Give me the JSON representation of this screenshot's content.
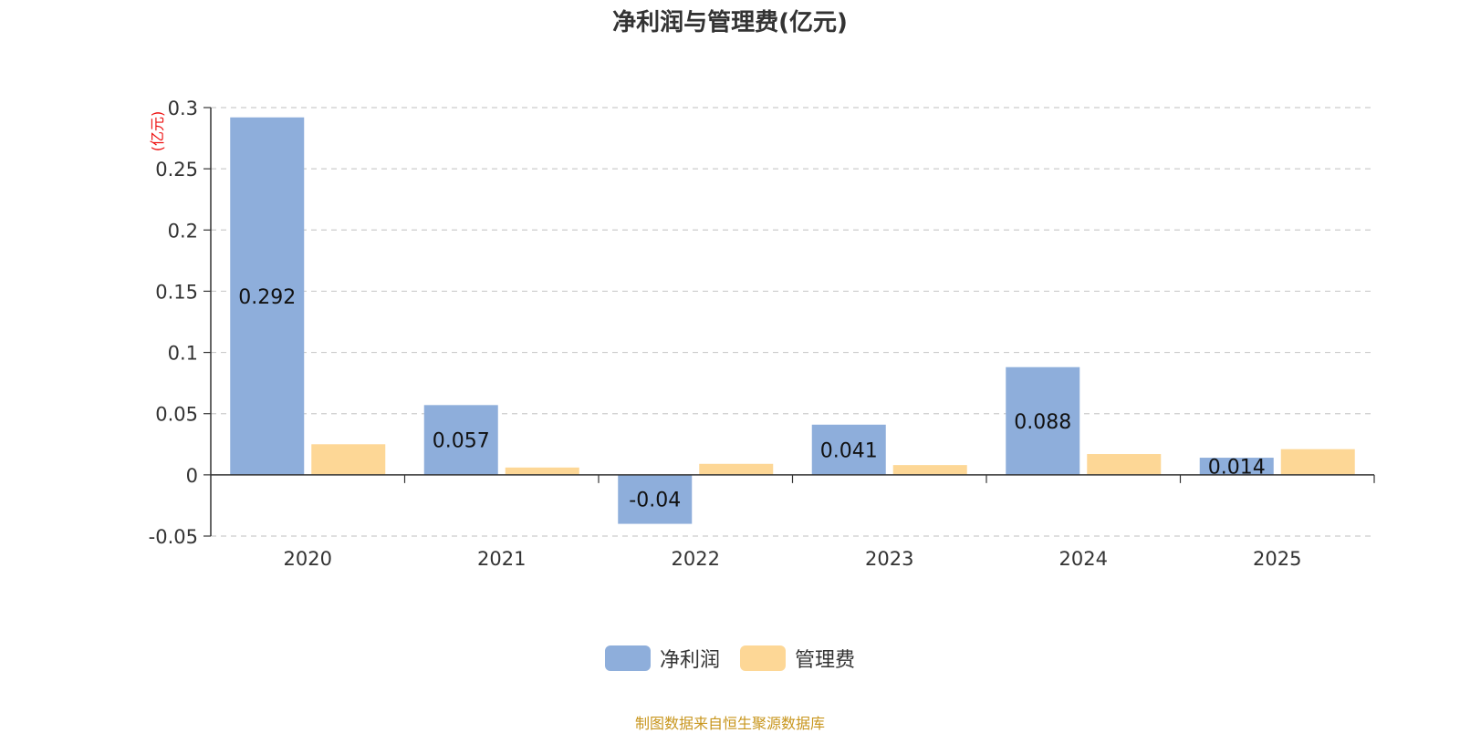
{
  "chart_data": {
    "type": "bar",
    "title": "净利润与管理费(亿元)",
    "ylabel": "(亿元)",
    "xlabel": "",
    "categories": [
      "2020",
      "2021",
      "2022",
      "2023",
      "2024",
      "2025"
    ],
    "series": [
      {
        "name": "净利润",
        "values": [
          0.292,
          0.057,
          -0.04,
          0.041,
          0.088,
          0.014
        ],
        "color": "#8eaedb",
        "labels": [
          "0.292",
          "0.057",
          "-0.04",
          "0.041",
          "0.088",
          "0.014"
        ]
      },
      {
        "name": "管理费",
        "values": [
          0.025,
          0.006,
          0.009,
          0.008,
          0.017,
          0.021
        ],
        "color": "#fdd796"
      }
    ],
    "ylim": [
      -0.05,
      0.3
    ],
    "yticks": [
      {
        "value": 0.3,
        "label": "0.3"
      },
      {
        "value": 0.25,
        "label": "0.25"
      },
      {
        "value": 0.2,
        "label": "0.2"
      },
      {
        "value": 0.15,
        "label": "0.15"
      },
      {
        "value": 0.1,
        "label": "0.1"
      },
      {
        "value": 0.05,
        "label": "0.05"
      },
      {
        "value": 0,
        "label": "0"
      },
      {
        "value": -0.05,
        "label": "-0.05"
      }
    ],
    "grid": true,
    "legend_position": "bottom-center",
    "ylabel_color": "#ee1111"
  },
  "footer": {
    "source": "制图数据来自恒生聚源数据库"
  }
}
